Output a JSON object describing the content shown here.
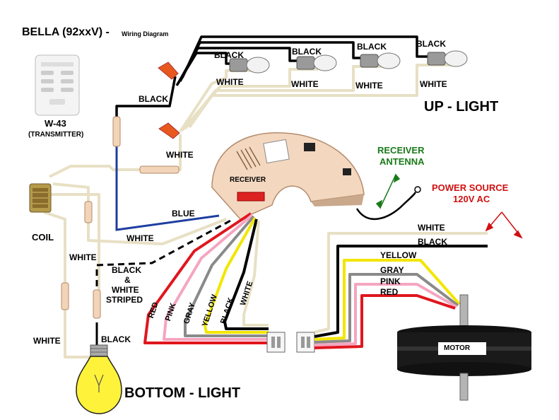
{
  "title": {
    "model": "BELLA (92xxV) -",
    "subtitle": "Wiring Diagram"
  },
  "transmitter": {
    "model": "W-43",
    "caption": "(TRANSMITTER)"
  },
  "sections": {
    "up_light": "UP - LIGHT",
    "bottom_light": "BOTTOM  - LIGHT"
  },
  "components": {
    "receiver": "RECEIVER",
    "receiver_antenna_line1": "RECEIVER",
    "receiver_antenna_line2": "ANTENNA",
    "power_source_line1": "POWER SOURCE",
    "power_source_line2": "120V AC",
    "coil": "COIL",
    "motor": "MOTOR"
  },
  "wires": {
    "up_black_1": "BLACK",
    "up_black_2": "BLACK",
    "up_black_3": "BLACK",
    "up_black_4": "BLACK",
    "up_white_1": "WHITE",
    "up_white_2": "WHITE",
    "up_white_3": "WHITE",
    "up_white_4": "WHITE",
    "feed_black": "BLACK",
    "feed_white": "WHITE",
    "blue": "BLUE",
    "coil_white": "WHITE",
    "left_white_1": "WHITE",
    "left_white_2": "WHITE",
    "bottom_black": "BLACK",
    "striped_1": "BLACK",
    "striped_2": "&",
    "striped_3": "WHITE",
    "striped_4": "STRIPED",
    "rx_red": "RED",
    "rx_pink": "PINK",
    "rx_gray": "GRAY",
    "rx_yellow": "YELLOW",
    "rx_black": "BLACK",
    "rx_white": "WHITE",
    "main_white": "WHITE",
    "main_black": "BLACK",
    "motor_yellow": "YELLOW",
    "motor_gray": "GRAY",
    "motor_pink": "PINK",
    "motor_red": "RED"
  },
  "colors": {
    "wire_black": "#000000",
    "wire_white": "#e8e0c4",
    "wire_blue": "#1e3ea0",
    "wire_red": "#e0161e",
    "wire_pink": "#f4a6c0",
    "wire_gray": "#8a8a8a",
    "wire_yellow": "#f2e600",
    "label_green": "#1a7a1a",
    "label_red": "#d01010",
    "receiver_body": "#f3d7bf",
    "bulb_yellow": "#fff23a",
    "motor_body": "#1a1a1a"
  }
}
